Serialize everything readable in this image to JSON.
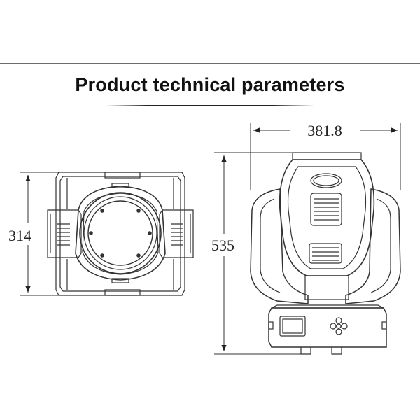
{
  "title": "Product technical parameters",
  "dimensions": {
    "width": "381.8",
    "height": "535",
    "depth": "314"
  },
  "colors": {
    "line": "#333333",
    "text": "#111111",
    "rule": "#6a6a6a"
  }
}
